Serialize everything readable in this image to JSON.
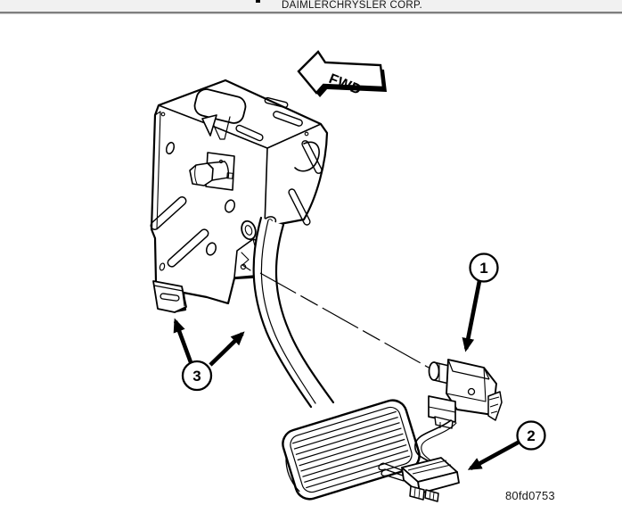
{
  "titlebar": {
    "source": "DAIMLERCHRYSLER CORP."
  },
  "diagram": {
    "direction_label": "FWD",
    "figure_code": "80fd0753",
    "callouts": {
      "c1": "1",
      "c2": "2",
      "c3": "3"
    }
  },
  "colors": {
    "ink": "#000000",
    "paper": "#ffffff",
    "titlebar_bg": "#f1f1f1",
    "divider_dark": "#7f7f7f",
    "divider_light": "#cfcfcf"
  }
}
